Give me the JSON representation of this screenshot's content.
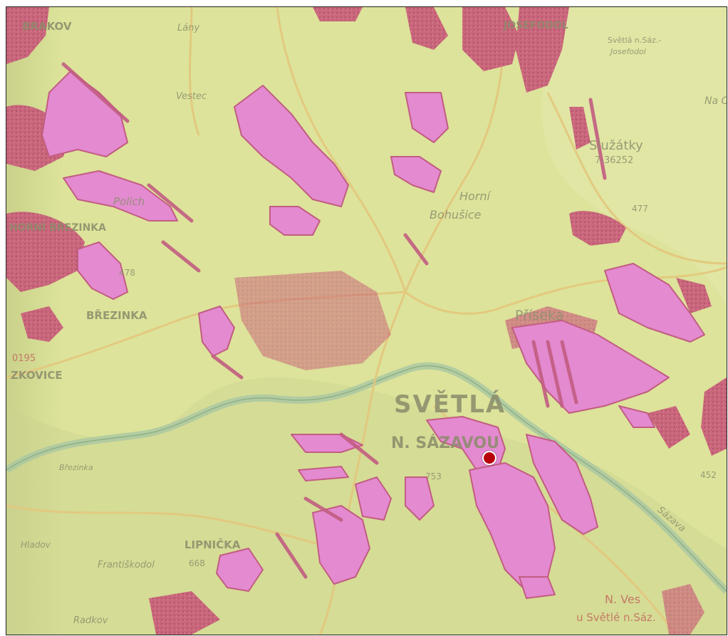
{
  "map": {
    "labels": {
      "brakov": "BRAKOV",
      "lany": "Lány",
      "vestec": "Vestec",
      "josefodol_top": "JOSEFODOL",
      "svetla_saz_josefodol": "Světlá n.Sáz.-",
      "josefodol_small": "Josefodol",
      "na_ol": "Na Ol",
      "sluzatky": "Služátky",
      "sluzatky_code": "7-36252",
      "elev_477": "477",
      "horni_bohusice_1": "Horní",
      "horni_bohusice_2": "Bohušice",
      "polich": "Polich",
      "horni_brezinka": "HORNÍ BŘEZINKA",
      "brezinka": "BŘEZINKA",
      "elev_478": "478",
      "code_0195": "0195",
      "zkovice": "ZKOVICE",
      "priseka": "Příseka",
      "svetla": "SVĚTLÁ",
      "nad_sazavou": "N. SÁZAVOU",
      "brezinka_small": "Březinka",
      "lipnicka": "LIPNIČKA",
      "hladov": "Hladov",
      "frantisov": "Františkodol",
      "radkov": "Radkov",
      "n_ves": "N. Ves",
      "u_svetle": "u Světlé n.Sáz.",
      "sazava": "Sázava",
      "elev_452": "452",
      "code_668": "668",
      "code_753": "753"
    }
  },
  "colors": {
    "terrain": "#dde39a",
    "road": "#e3c77d",
    "river": "#a9c7a2",
    "zone_fill": "#e38ad0",
    "zone_edge": "#c25d82",
    "marker": "#b8000c"
  },
  "legend_icons": {
    "location": "location-marker-icon"
  }
}
